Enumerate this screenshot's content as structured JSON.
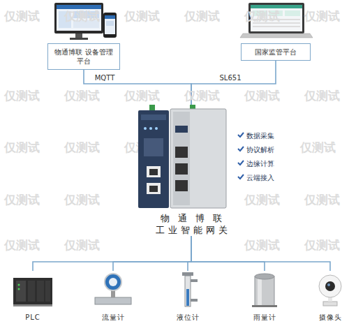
{
  "diagram": {
    "nodes": [
      {
        "text": [
          "物通博联 设备管理平台"
        ]
      },
      {
        "text": [
          "国家监管平台"
        ]
      },
      {
        "text": [
          "物通博联",
          "工业智能网关"
        ]
      },
      {
        "text": [
          "PLC"
        ]
      },
      {
        "text": [
          "流量计"
        ]
      },
      {
        "text": [
          "液位计"
        ]
      },
      {
        "text": [
          "雨量计"
        ]
      },
      {
        "text": [
          "摄像头"
        ]
      }
    ],
    "edges": [
      {
        "from": 0,
        "to": 2,
        "label": "MQTT",
        "arrow": "none"
      },
      {
        "from": 1,
        "to": 2,
        "label": "SL651",
        "arrow": "none"
      },
      {
        "from": 2,
        "to": 3,
        "arrow": "none"
      },
      {
        "from": 2,
        "to": 4,
        "arrow": "none"
      },
      {
        "from": 2,
        "to": 5,
        "arrow": "none"
      },
      {
        "from": 2,
        "to": 6,
        "arrow": "none"
      },
      {
        "from": 2,
        "to": 7,
        "arrow": "none"
      }
    ],
    "labels": [
      "数据采集",
      "协议解析",
      "边缘计算",
      "云端接入",
      "仅测试",
      "仅测试",
      "仅测试",
      "仅测试",
      "仅测试",
      "仅测试",
      "仅测试",
      "仅测试",
      "仅测试",
      "仅测试",
      "仅测试",
      "仅测试",
      "仅测试",
      "仅测试",
      "仅测试",
      "仅测试",
      "仅测试",
      "仅测试",
      "仅测试",
      "仅测试",
      "仅测试",
      "仅测试",
      "仅测试",
      "仅测试",
      "仅测试"
    ]
  }
}
